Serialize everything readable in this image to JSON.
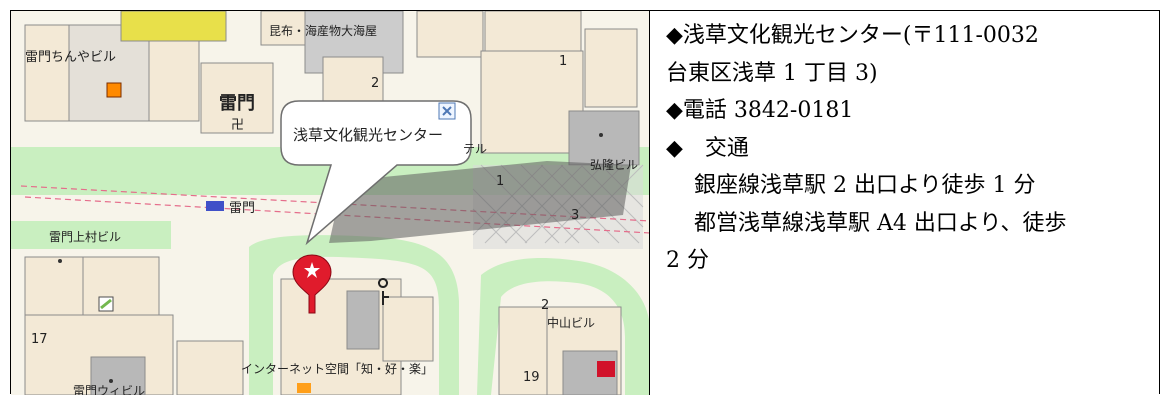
{
  "map": {
    "labels": {
      "kombu": "昆布・海産物大海屋",
      "kaminari_chinya": "雷門ちんやビル",
      "kaminarimon_title": "雷門",
      "kaminarimon_temple": "卍",
      "ichi": "1",
      "ni": "2",
      "hotel": "テル",
      "kouryuu": "弘隆ビル",
      "ichi_mid": "1",
      "san_mid": "3",
      "station": "雷門",
      "kaminari_uemura": "雷門上村ビル",
      "ni_low": "2",
      "nakayama": "中山ビル",
      "seventeen": "17",
      "internet_space": "インターネット空間「知・好・楽」",
      "nineteen": "19",
      "kaminari_bottom": "雷門ウィビル"
    },
    "popup": {
      "label": "浅草文化観光センター"
    }
  },
  "info": {
    "lines": [
      "◆浅草文化観光センター(〒111-0032",
      "台東区浅草 1 丁目 3)",
      "◆電話 3842-0181",
      "◆　交通",
      "銀座線浅草駅 2 出口より徒歩 1 分",
      "都営浅草線浅草駅 A4 出口より、徒歩",
      "2 分"
    ]
  },
  "colors": {
    "street_green": "#c9efc0",
    "building": "#f3e9d6",
    "building_gray": "#b8b8b8",
    "accent_yellow": "#e8e04a",
    "marker_red": "#e01b2c"
  }
}
